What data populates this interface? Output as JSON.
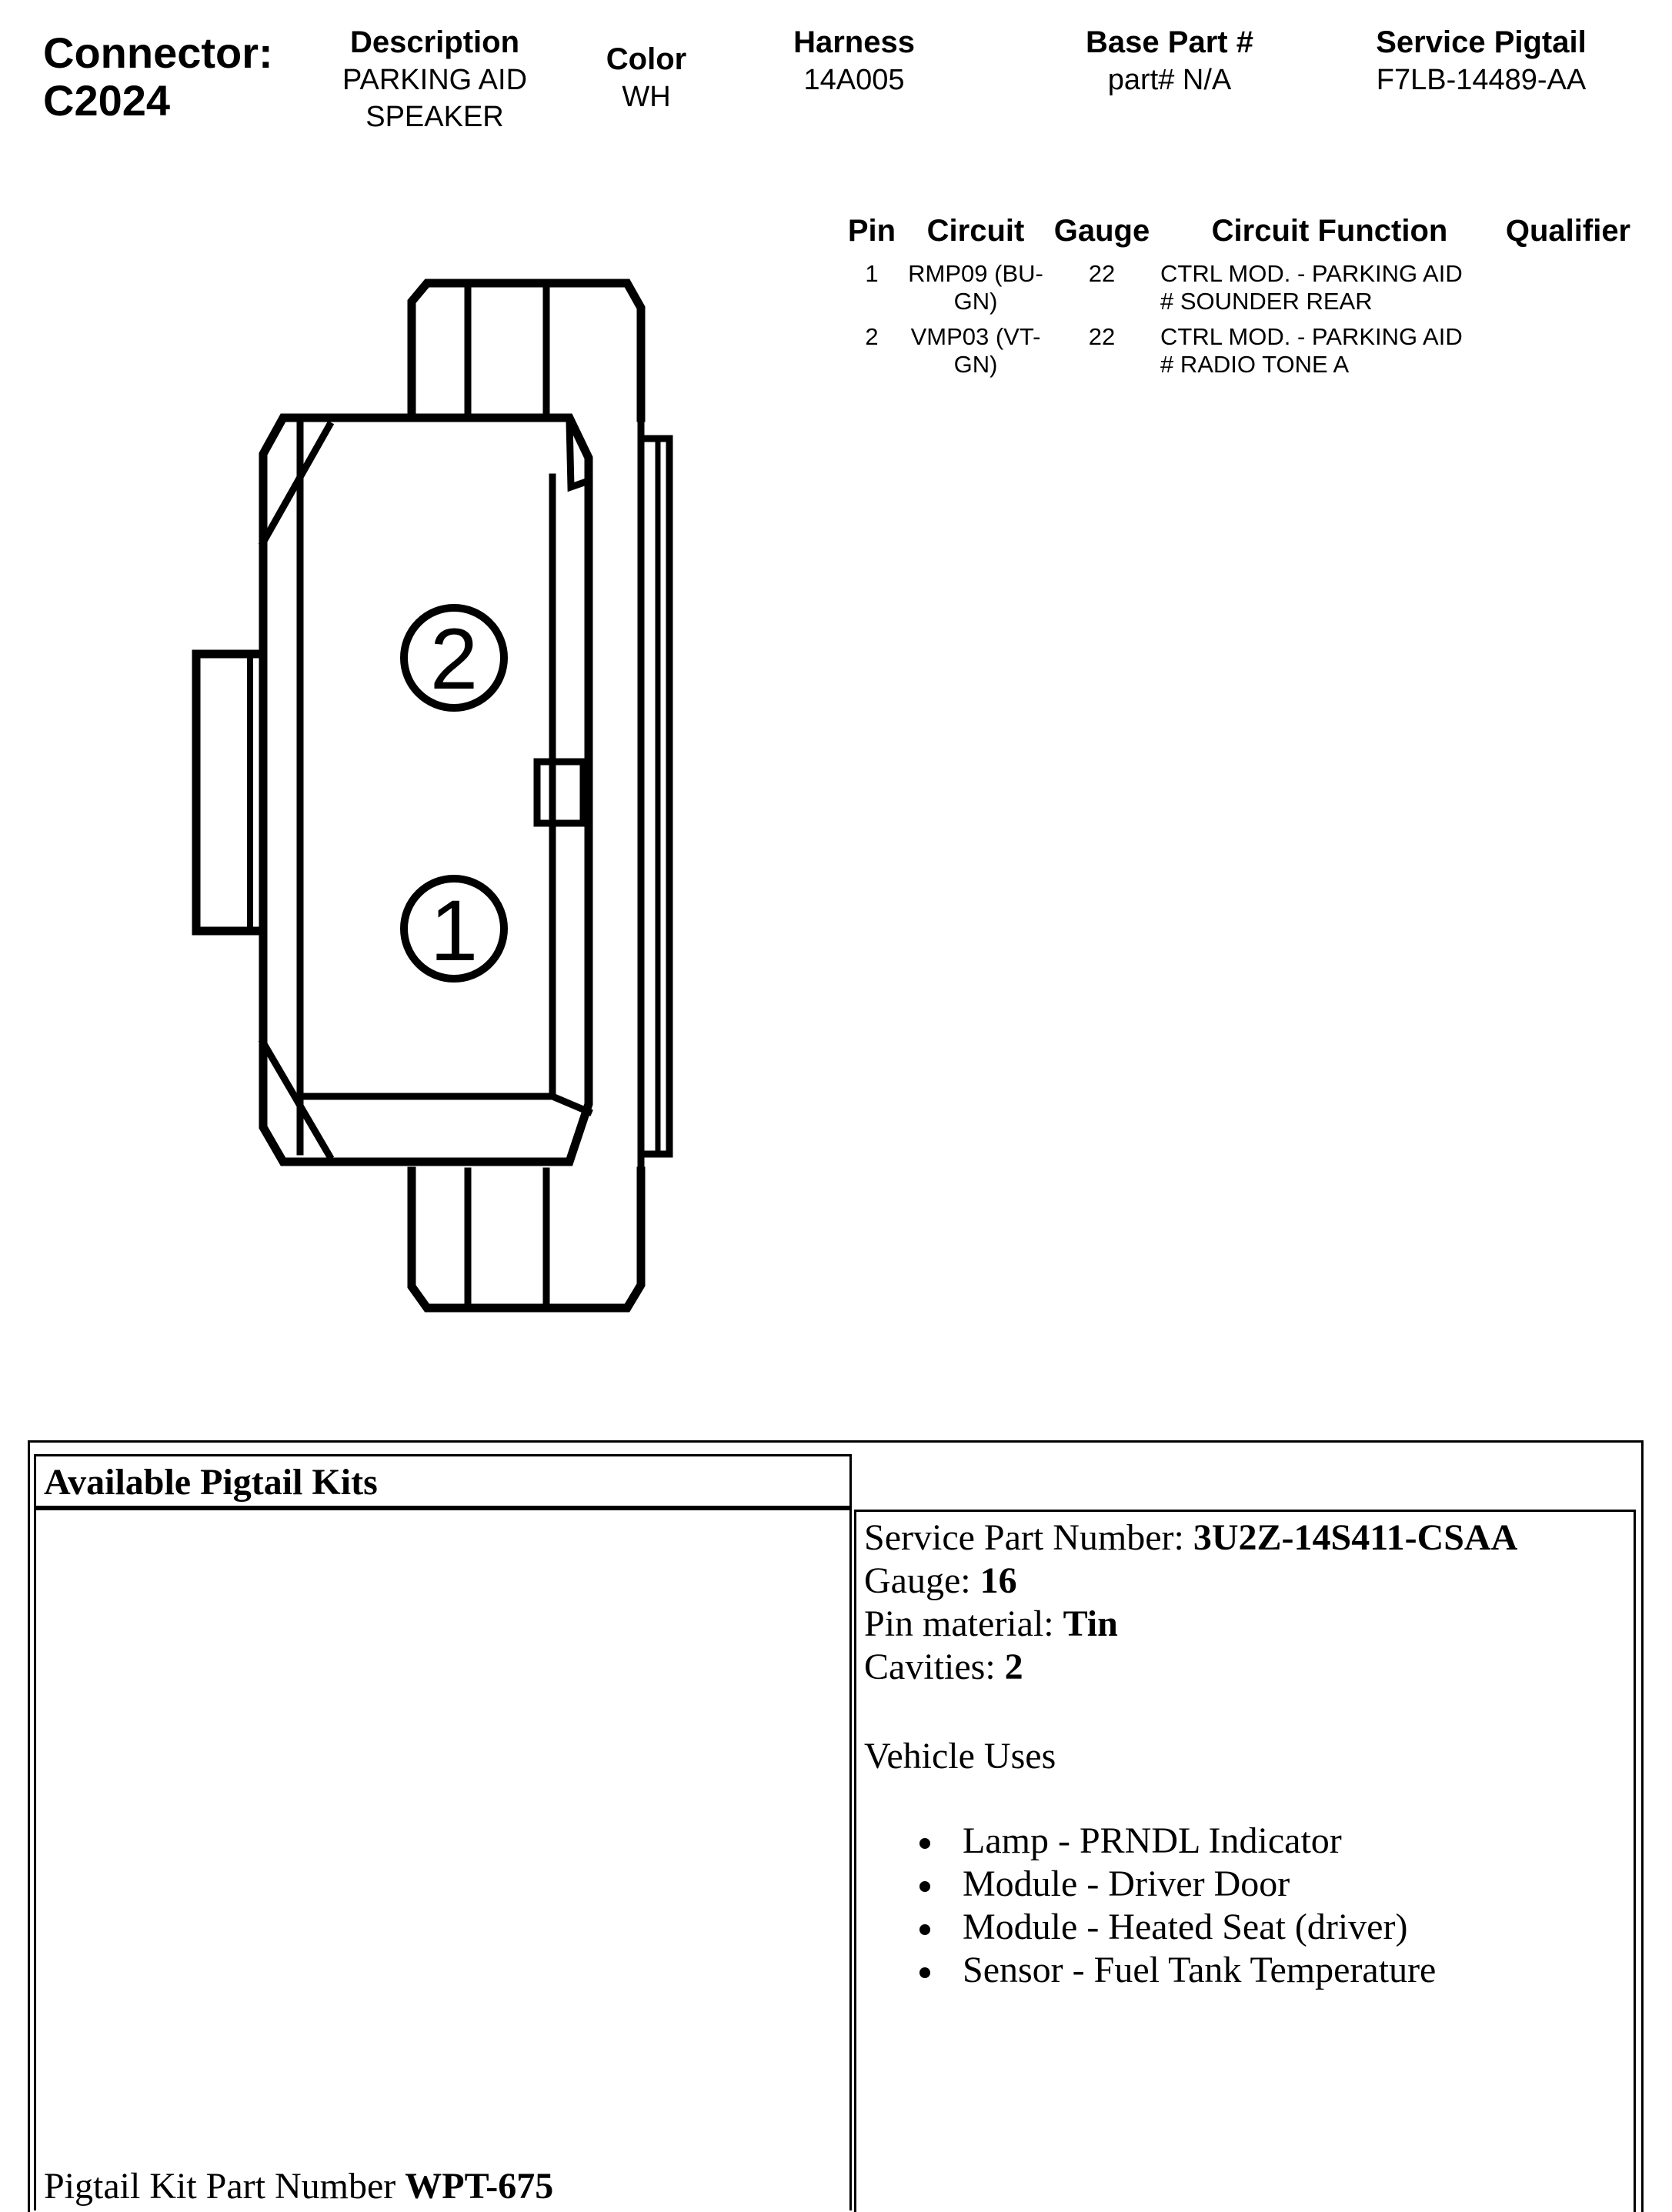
{
  "connector": {
    "label": "Connector:",
    "id": "C2024"
  },
  "header": {
    "description": {
      "heading": "Description",
      "line1": "PARKING AID",
      "line2": "SPEAKER"
    },
    "color": {
      "heading": "Color",
      "value": "WH"
    },
    "harness": {
      "heading": "Harness",
      "value": "14A005"
    },
    "base_part": {
      "heading": "Base Part #",
      "value": "part# N/A"
    },
    "service_pigtail": {
      "heading": "Service Pigtail",
      "value": "F7LB-14489-AA"
    }
  },
  "pin_table": {
    "headers": {
      "pin": "Pin",
      "circuit": "Circuit",
      "gauge": "Gauge",
      "function": "Circuit Function",
      "qualifier": "Qualifier"
    },
    "rows": [
      {
        "pin": "1",
        "circuit_l1": "RMP09 (BU-",
        "circuit_l2": "GN)",
        "gauge": "22",
        "func_l1": "CTRL MOD. - PARKING AID",
        "func_l2": "# SOUNDER REAR",
        "qualifier": ""
      },
      {
        "pin": "2",
        "circuit_l1": "VMP03 (VT-",
        "circuit_l2": "GN)",
        "gauge": "22",
        "func_l1": "CTRL MOD. - PARKING AID",
        "func_l2": "# RADIO TONE A",
        "qualifier": ""
      }
    ]
  },
  "diagram": {
    "pin_top": "2",
    "pin_bottom": "1"
  },
  "pigtail": {
    "title": "Available Pigtail Kits",
    "kit_label": "Pigtail Kit Part Number ",
    "kit_number": "WPT-675",
    "service_part_label": "Service Part Number: ",
    "service_part_value": "3U2Z-14S411-CSAA",
    "gauge_label": "Gauge: ",
    "gauge_value": "16",
    "pin_material_label": "Pin material: ",
    "pin_material_value": "Tin",
    "cavities_label": "Cavities: ",
    "cavities_value": "2",
    "vehicle_uses_title": "Vehicle Uses",
    "vehicle_uses": [
      "Lamp - PRNDL Indicator",
      "Module - Driver Door",
      "Module - Heated Seat (driver)",
      "Sensor - Fuel Tank Temperature"
    ]
  }
}
